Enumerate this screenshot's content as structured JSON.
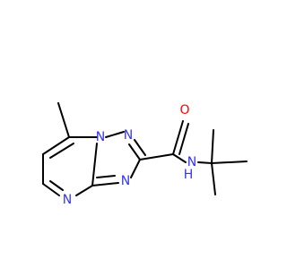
{
  "molecule": {
    "atoms": [
      {
        "id": "N1",
        "label": "N"
      },
      {
        "id": "N2",
        "label": "N"
      },
      {
        "id": "N3",
        "label": "N"
      },
      {
        "id": "N4",
        "label": "N"
      },
      {
        "id": "O",
        "label": "O"
      },
      {
        "id": "NH",
        "label": "N"
      },
      {
        "id": "H",
        "label": "H"
      }
    ],
    "colors": {
      "nitrogen": "#3333ff",
      "oxygen": "#ff0000",
      "bond": "#000000"
    }
  }
}
